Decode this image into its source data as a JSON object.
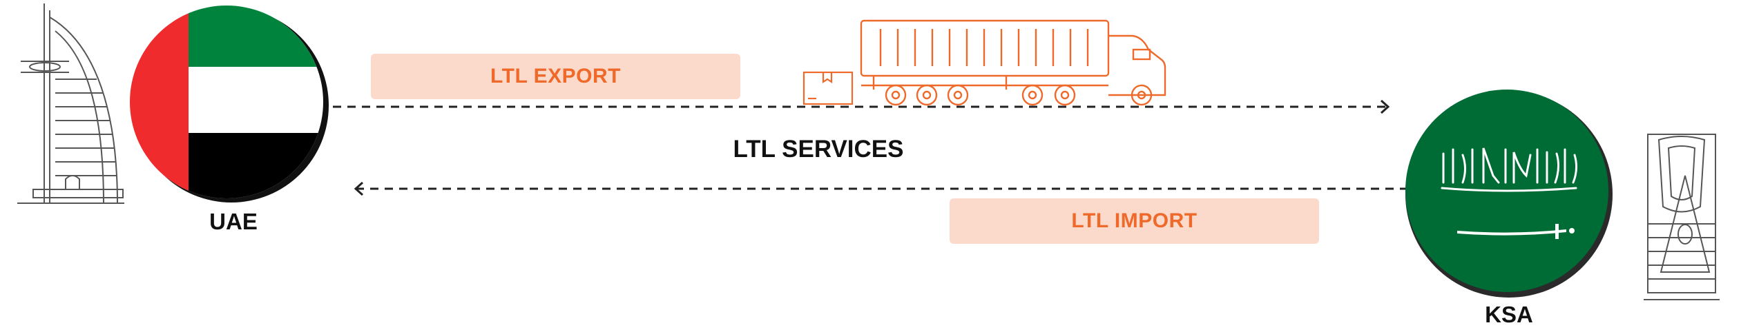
{
  "origin": {
    "label": "UAE",
    "flag": "uae-flag",
    "landmark": "burj-al-arab-icon"
  },
  "destination": {
    "label": "KSA",
    "flag": "saudi-flag",
    "landmark": "kingdom-tower-icon"
  },
  "center_title": "LTL SERVICES",
  "export": {
    "label": "LTL EXPORT",
    "direction": "UAE to KSA"
  },
  "import": {
    "label": "LTL IMPORT",
    "direction": "KSA to UAE"
  },
  "vehicle": "truck-icon",
  "colors": {
    "accent": "#ef6a2a",
    "pill": "#fbdacb",
    "uae_green": "#00843d",
    "uae_red": "#ef2b2d",
    "ksa_green": "#006c35",
    "text": "#111111"
  }
}
